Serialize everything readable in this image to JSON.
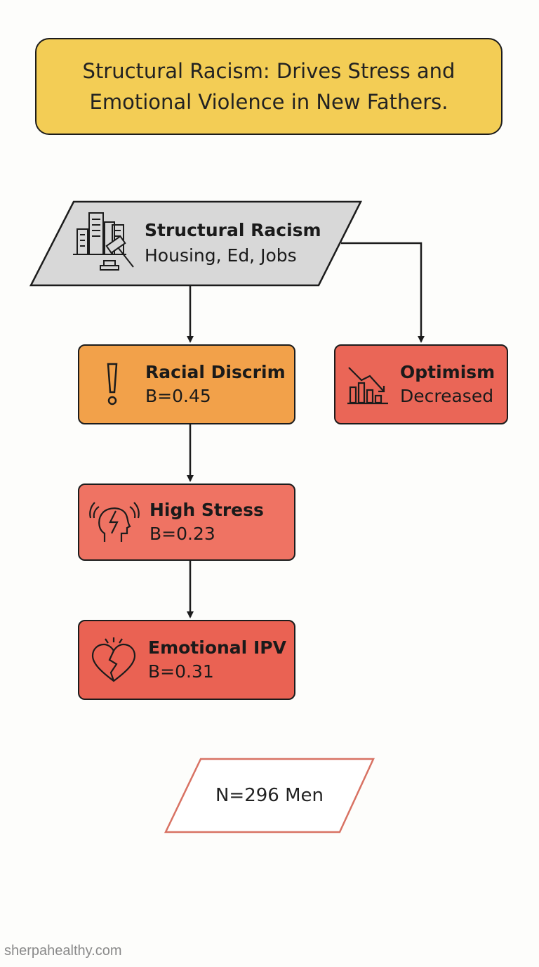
{
  "colors": {
    "title_fill": "#f3cd55",
    "racism_fill": "#d8d8d8",
    "discrim_fill": "#f2a14a",
    "stress_fill": "#ef7363",
    "ipv_fill": "#ea6253",
    "optimism_fill": "#ea6657",
    "sample_border": "#d87263",
    "line": "#1c1c1c"
  },
  "title": {
    "line1": "Structural Racism: Drives Stress and",
    "line2": "Emotional Violence in New Fathers."
  },
  "nodes": {
    "structural_racism": {
      "title": "Structural Racism",
      "subtitle": "Housing, Ed, Jobs",
      "icon": "city-gavel-icon"
    },
    "racial_discrim": {
      "title": "Racial Discrim",
      "value": "B=0.45",
      "icon": "exclamation-icon"
    },
    "optimism": {
      "title": "Optimism",
      "value": "Decreased",
      "icon": "declining-chart-icon"
    },
    "high_stress": {
      "title": "High Stress",
      "value": "B=0.23",
      "icon": "stressed-head-icon"
    },
    "emotional_ipv": {
      "title": "Emotional IPV",
      "value": "B=0.31",
      "icon": "broken-heart-icon"
    }
  },
  "sample": {
    "label": "N=296 Men"
  },
  "watermark": "sherpahealthy.com"
}
